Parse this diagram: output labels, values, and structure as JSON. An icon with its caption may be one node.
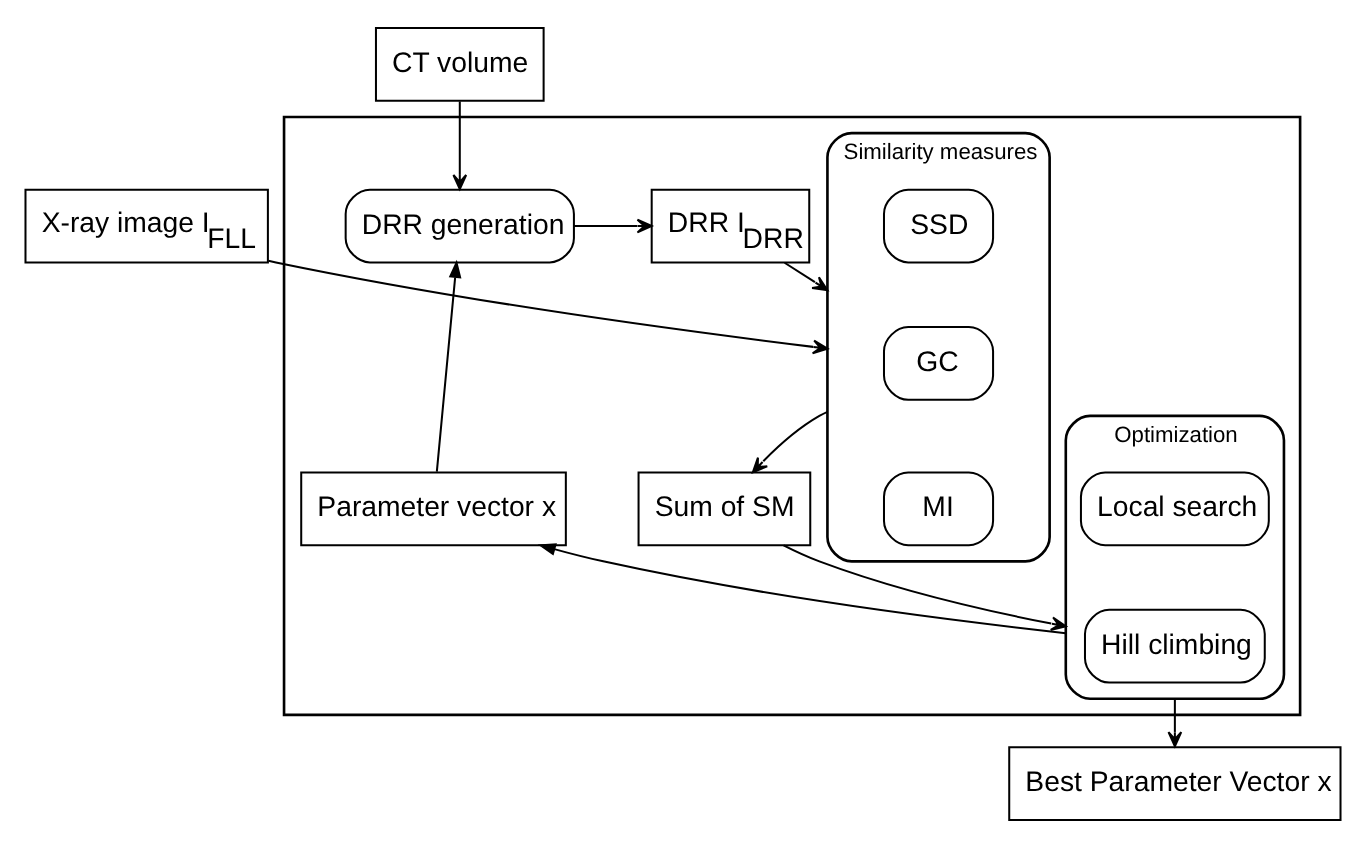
{
  "diagram": {
    "nodes": [
      {
        "text": [],
        "shape": "box"
      },
      {
        "text": [
          "CT volume"
        ]
      },
      {
        "text": [
          "X-ray image I$_{FLL}$"
        ]
      },
      {
        "text": [
          "DRR generation"
        ],
        "in": 0
      },
      {
        "text": [
          "DRR I$_{DRR}$"
        ],
        "in": 0
      },
      {
        "text": [
          "Similarity measures"
        ],
        "in": 0
      },
      {
        "text": [
          "SSD"
        ],
        "in": 5
      },
      {
        "text": [
          "GC"
        ],
        "in": 5
      },
      {
        "text": [
          "MI"
        ],
        "in": 5
      },
      {
        "text": [
          "Parameter vector x"
        ],
        "in": 0
      },
      {
        "text": [
          "Optimization"
        ],
        "in": 0
      },
      {
        "text": [
          "Local search"
        ],
        "in": 10
      },
      {
        "text": [
          "Hill climbing"
        ],
        "in": 10
      },
      {
        "text": [
          "Sum of SM"
        ],
        "in": 0
      },
      {
        "text": [
          "Best Parameter Vector x"
        ]
      }
    ],
    "edges": [
      {
        "from": 1,
        "to": 3,
        "arrow": "to"
      },
      {
        "from": 3,
        "to": 4,
        "arrow": "to"
      },
      {
        "from": 4,
        "to": 5,
        "arrow": "to"
      },
      {
        "from": 2,
        "to": 5,
        "arrow": "to"
      },
      {
        "from": 5,
        "to": 13,
        "arrow": "to"
      },
      {
        "from": 13,
        "to": 10,
        "arrow": "to"
      },
      {
        "from": 10,
        "to": 9,
        "arrow": "to"
      },
      {
        "from": 9,
        "to": 3,
        "arrow": "to"
      },
      {
        "from": 10,
        "to": 14,
        "arrow": "to"
      }
    ]
  }
}
